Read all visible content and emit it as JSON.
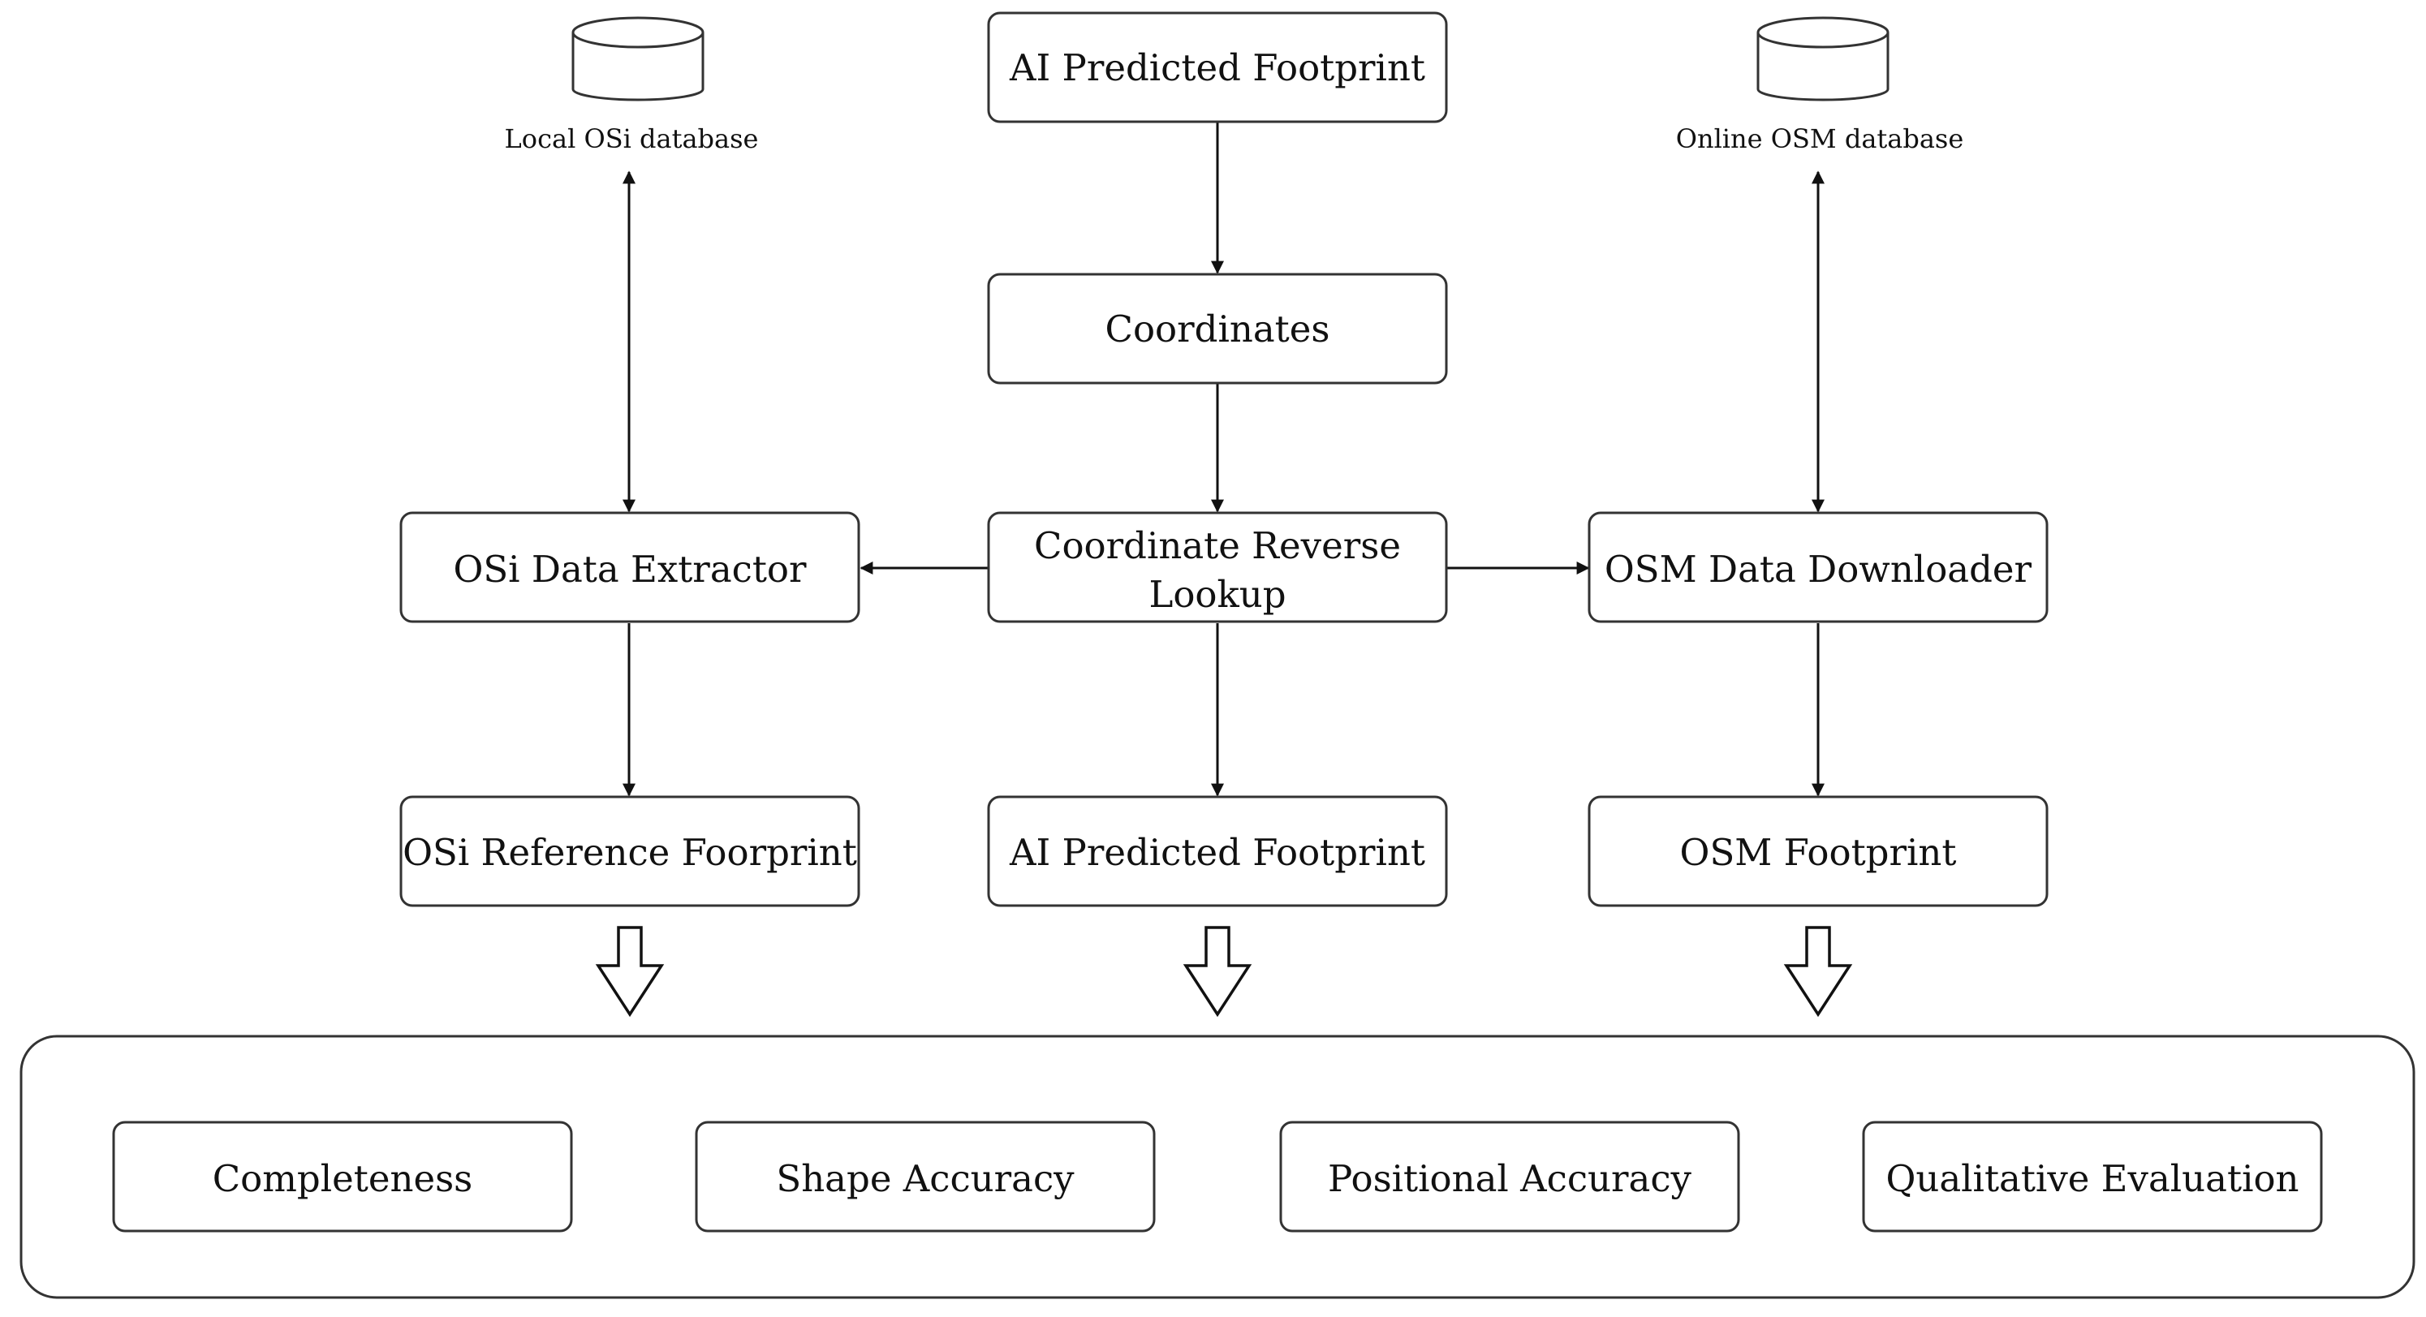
{
  "diagram": {
    "nodes": {
      "ai_top": "AI Predicted Footprint",
      "coordinates": "Coordinates",
      "reverse_lookup": [
        "Coordinate Reverse",
        "Lookup"
      ],
      "osi_extractor": "OSi Data Extractor",
      "osm_downloader": "OSM Data Downloader",
      "osi_reference": "OSi Reference Foorprint",
      "ai_bottom": "AI Predicted Footprint",
      "osm_footprint": "OSM Footprint"
    },
    "databases": {
      "local": "Local OSi database",
      "online": "Online OSM database"
    },
    "metrics": [
      "Completeness",
      "Shape Accuracy",
      "Positional Accuracy",
      "Qualitative Evaluation"
    ],
    "edges": [
      {
        "from": "ai_top",
        "to": "coordinates"
      },
      {
        "from": "coordinates",
        "to": "reverse_lookup"
      },
      {
        "from": "reverse_lookup",
        "to": "osi_extractor"
      },
      {
        "from": "reverse_lookup",
        "to": "osm_downloader"
      },
      {
        "from": "reverse_lookup",
        "to": "ai_bottom"
      },
      {
        "from": "osi_extractor",
        "to": "osi_reference"
      },
      {
        "from": "osm_downloader",
        "to": "osm_footprint"
      },
      {
        "from": "osi_extractor",
        "to": "local",
        "bidirectional": true
      },
      {
        "from": "osm_downloader",
        "to": "online",
        "bidirectional": true
      }
    ]
  }
}
